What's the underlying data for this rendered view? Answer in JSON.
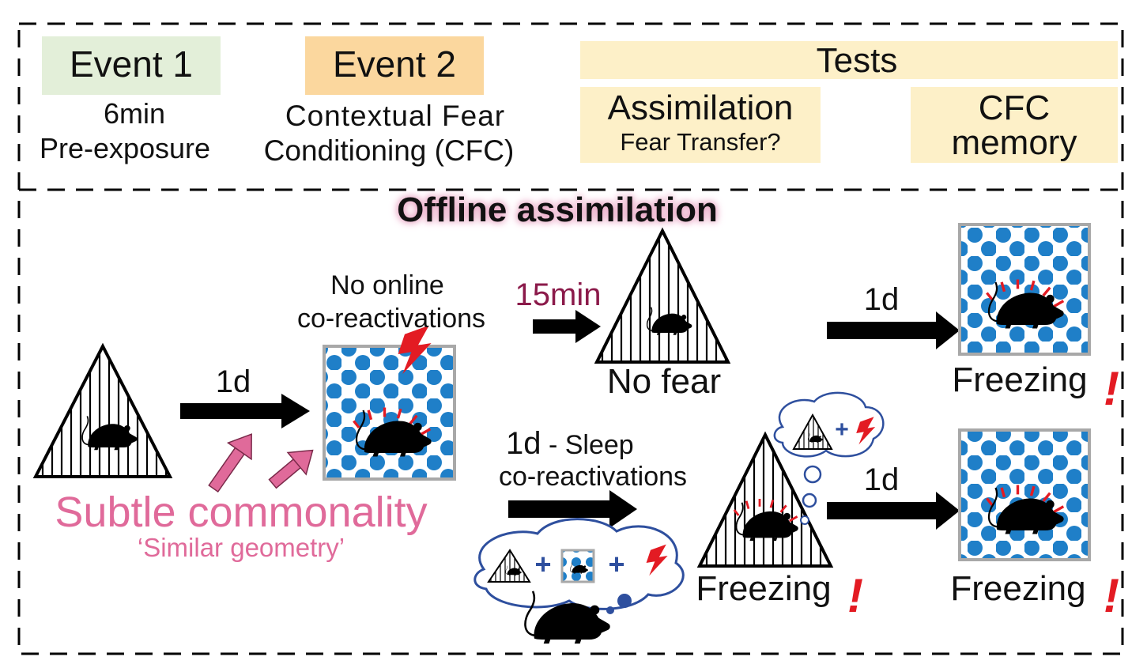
{
  "header": {
    "event1": {
      "title": "Event 1",
      "line1": "6min",
      "line2": "Pre-exposure"
    },
    "event2": {
      "title": "Event 2",
      "line1": "Contextual Fear",
      "line2": "Conditioning (CFC)"
    },
    "tests": {
      "title": "Tests",
      "assimilation": {
        "title": "Assimilation",
        "subtitle": "Fear Transfer?"
      },
      "cfc": {
        "line1": "CFC",
        "line2": "memory"
      }
    }
  },
  "main": {
    "title": "Offline assimilation",
    "commonality": {
      "title": "Subtle commonality",
      "subtitle": "‘Similar geometry’"
    },
    "arrow_first": "1d",
    "top_branch": {
      "line1": "No online",
      "line2": "co-reactivations",
      "time": "15min",
      "result": "No fear",
      "arrow": "1d",
      "final": "Freezing",
      "mark": "!"
    },
    "bottom_branch": {
      "line1a": "1d",
      "line1b": "- ",
      "line1c": "Sleep",
      "line2": "co-reactivations",
      "result": "Freezing",
      "arrow": "1d",
      "final": "Freezing",
      "mark": "!",
      "plus": "+"
    }
  },
  "colors": {
    "event1_bg": "#e3efd9",
    "event2_bg": "#fbd79e",
    "tests_bg": "#fdf0c8",
    "pink": "#e06a9a",
    "maroon": "#8b1a4a",
    "dot_blue": "#1f7fc8",
    "bolt_red": "#e31b23",
    "cloud_blue": "#2e4f9e",
    "frame_gray": "#a8a8a8"
  }
}
